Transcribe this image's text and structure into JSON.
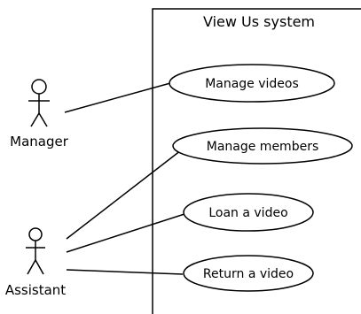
{
  "system": {
    "title": "View Us system"
  },
  "actors": {
    "manager": {
      "label": "Manager"
    },
    "assistant": {
      "label": "Assistant"
    }
  },
  "use_cases": {
    "manage_videos": {
      "label": "Manage videos"
    },
    "manage_members": {
      "label": "Manage members"
    },
    "loan_video": {
      "label": "Loan a video"
    },
    "return_video": {
      "label": "Return a video"
    }
  }
}
